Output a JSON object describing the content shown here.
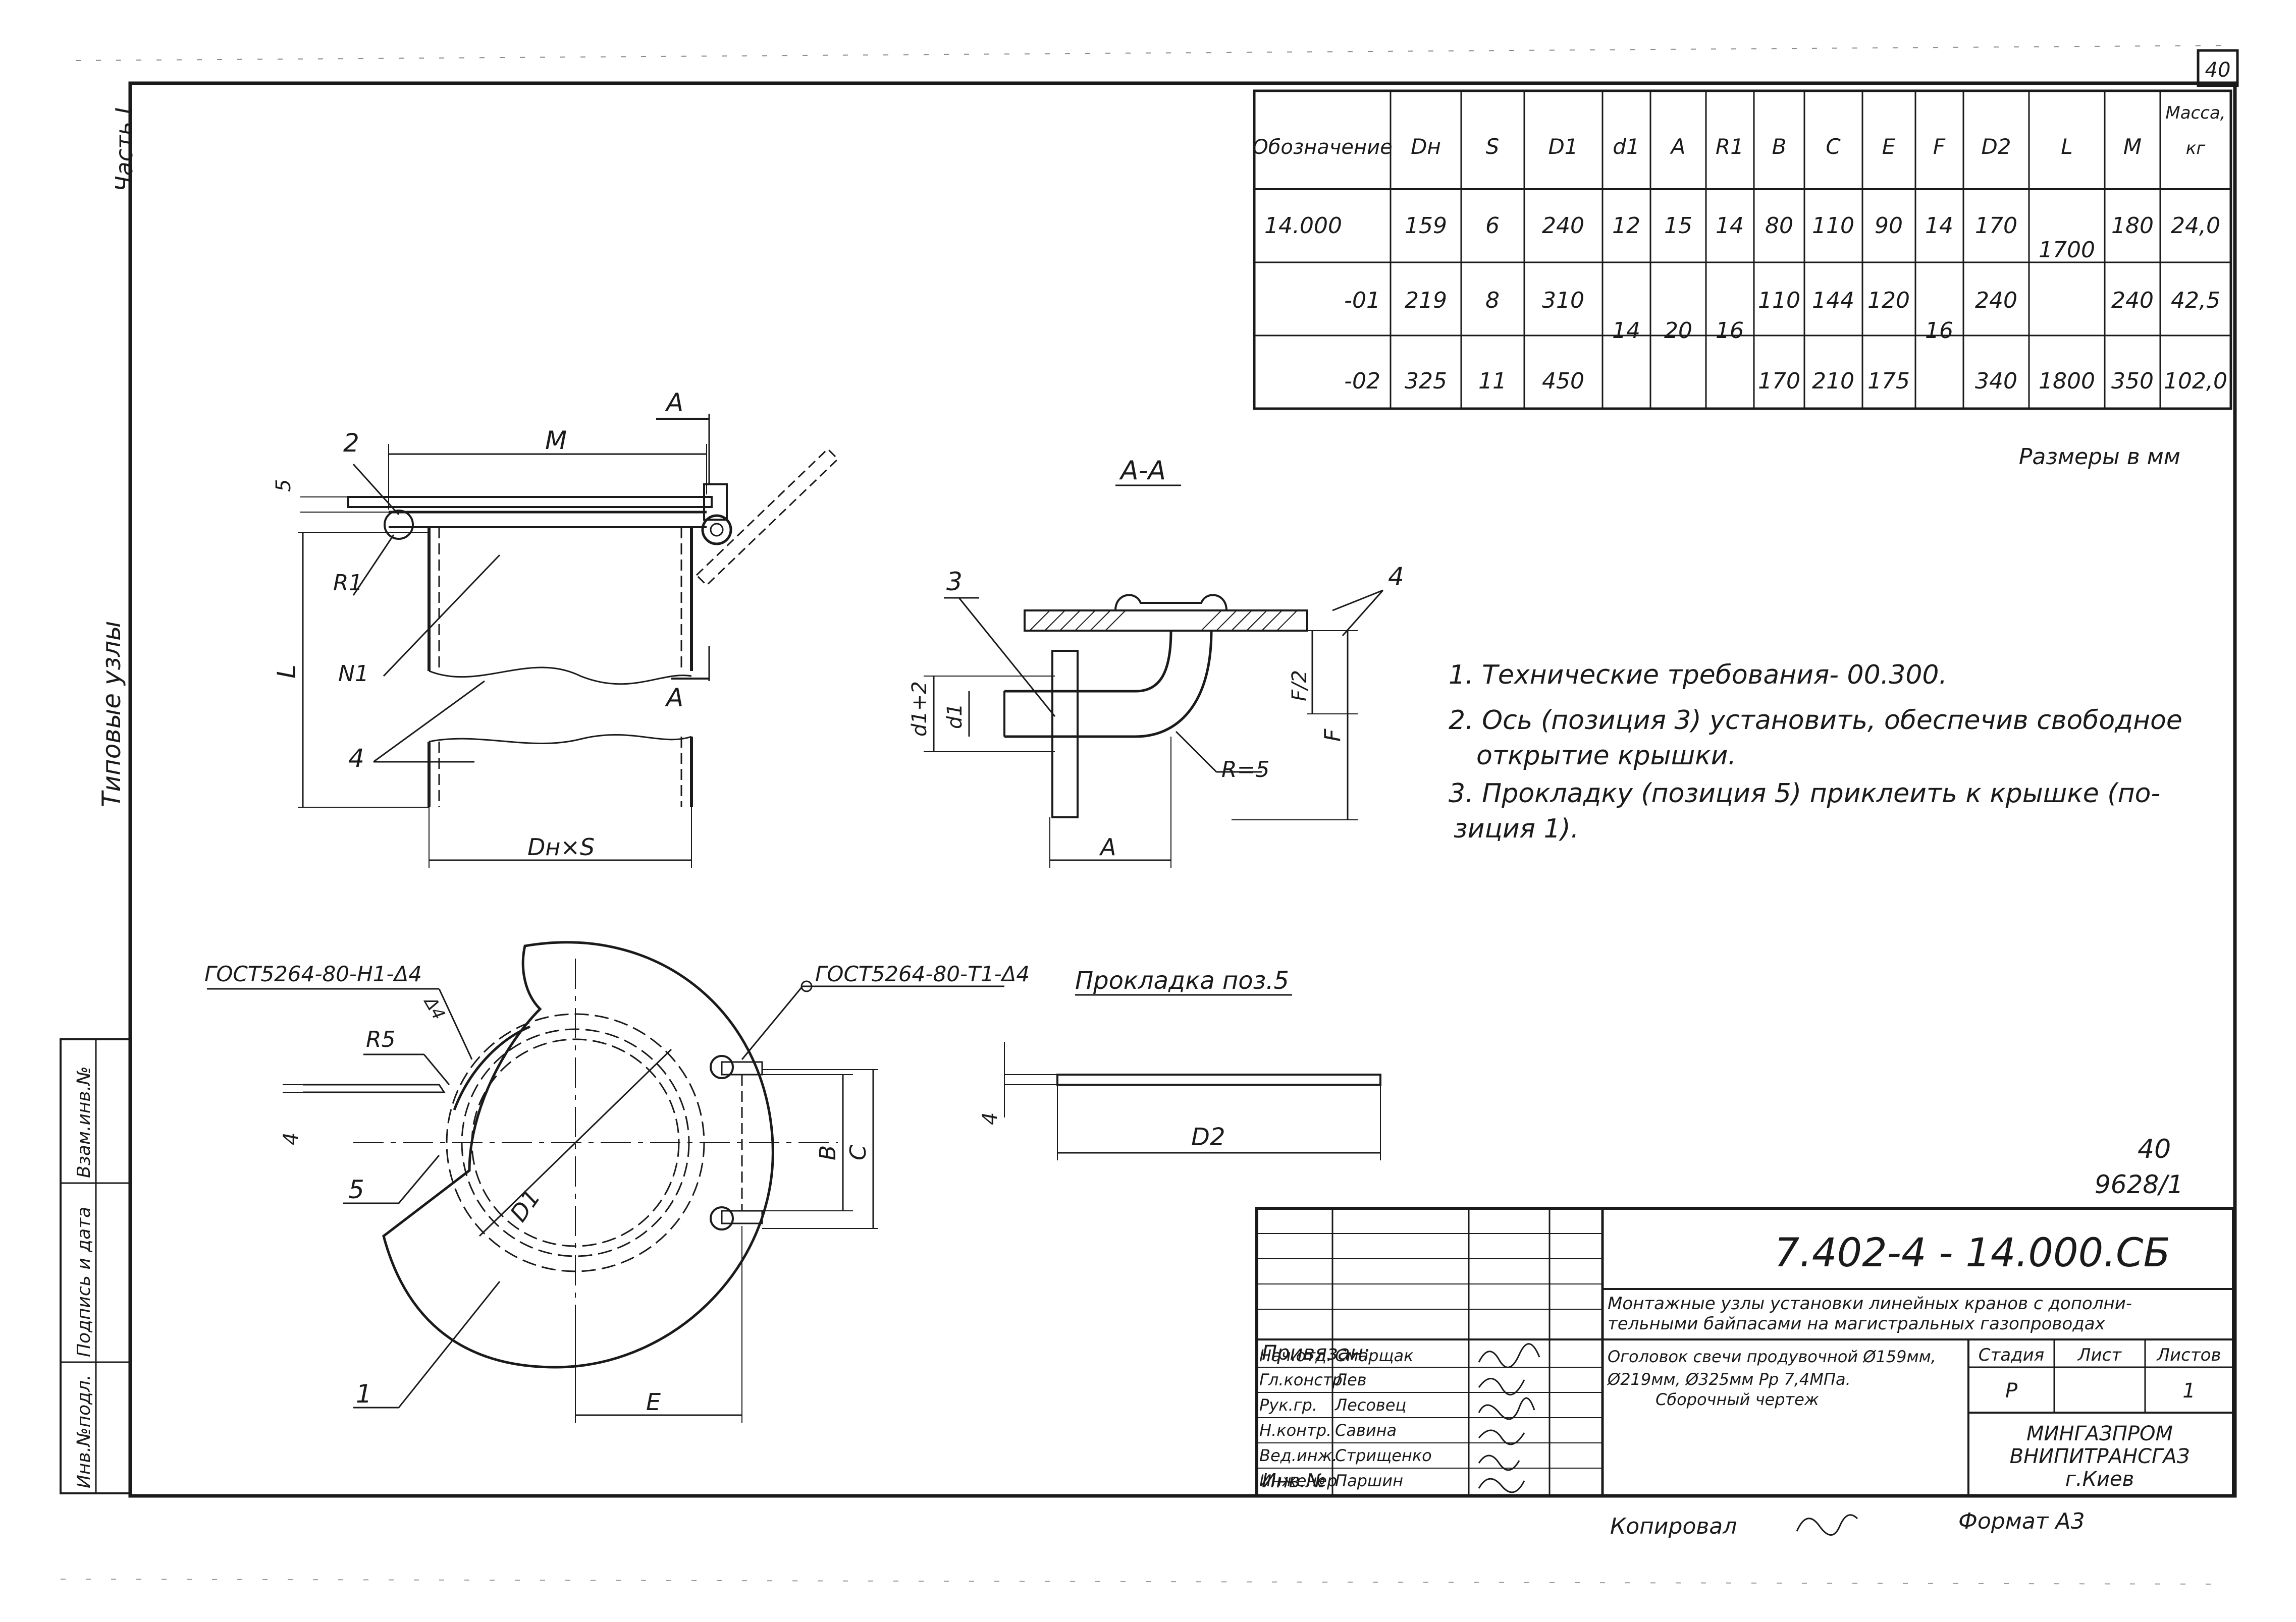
{
  "page": {
    "sheet_number": "40",
    "vert_part": "Часть I",
    "vert_section": "Типовые узлы"
  },
  "spec_table": {
    "headers": [
      "Обозначение",
      "Dн",
      "S",
      "D1",
      "d1",
      "A",
      "R1",
      "B",
      "C",
      "E",
      "F",
      "D2",
      "L",
      "M",
      "Масса, кг"
    ],
    "rows": [
      [
        "14.000",
        "159",
        "6",
        "240",
        "12",
        "15",
        "14",
        "80",
        "110",
        "90",
        "14",
        "170",
        "1700",
        "180",
        "24,0"
      ],
      [
        "-01",
        "219",
        "8",
        "310",
        "14",
        "20",
        "16",
        "110",
        "144",
        "120",
        "16",
        "240",
        "",
        "240",
        "42,5"
      ],
      [
        "-02",
        "325",
        "11",
        "450",
        "",
        "",
        "",
        "170",
        "210",
        "175",
        "",
        "340",
        "1800",
        "350",
        "102,0"
      ]
    ]
  },
  "units_note": "Размеры в мм",
  "notes": [
    "1. Технические требования- 00.300.",
    "2. Ось (позиция 3) установить, обеспечив свободное",
    "открытие крышки.",
    "3. Прокладку (позиция 5) приклеить к крышке (по-",
    "зиция 1)."
  ],
  "views": {
    "front": {
      "labels": [
        "2",
        "M",
        "A",
        "A",
        "5",
        "R1",
        "L",
        "N1",
        "4",
        "Dн×S"
      ]
    },
    "section": {
      "title": "A-A",
      "labels": [
        "3",
        "4",
        "d1+2",
        "d1",
        "F/2",
        "F",
        "R=5",
        "A"
      ]
    },
    "plan": {
      "labels": [
        "ГОСТ5264-80-Н1-Δ4",
        "Δ4",
        "R5",
        "4",
        "5",
        "D1",
        "B",
        "C",
        "1",
        "E",
        "ГОСТ5264-80-Т1-Δ4"
      ]
    },
    "gasket": {
      "title": "Прокладка поз.5",
      "labels": [
        "4",
        "D2"
      ]
    }
  },
  "stamp_numbers": {
    "sheet": "40",
    "archive": "9628/1"
  },
  "title_block": {
    "doc_code": "7.402-4 - 14.000.СБ",
    "project_title": "Монтажные узлы установки линейных кранов с дополнительными байпасами на магистральных газопроводах",
    "drawing_title": "Оголовок свечи продувочной Ø159мм, Ø219мм, Ø325мм Рр 7,4МПа. Сборочный чертеж",
    "stage_headers": [
      "Стадия",
      "Лист",
      "Листов"
    ],
    "stage_values": [
      "Р",
      "",
      "1"
    ],
    "organization": [
      "МИНГАЗПРОМ",
      "ВНИПИТРАНСГАЗ",
      "г.Киев"
    ],
    "signatures": [
      [
        "Нач.отд.",
        "Смарщак"
      ],
      [
        "Гл.констр.",
        "Лев"
      ],
      [
        "Рук.гр.",
        "Лесовец"
      ],
      [
        "Н.контр.",
        "Савина"
      ],
      [
        "Вед.инж.",
        "Стрищенко"
      ],
      [
        "Инженер",
        "Паршин"
      ]
    ],
    "privyazan": "Привязан:",
    "inv_no": "Инв.№"
  },
  "left_strip": [
    "Инв.№подл.",
    "Подпись и дата",
    "Взам.инв.№"
  ],
  "footer": {
    "copied": "Копировал",
    "format": "Формат А3"
  }
}
